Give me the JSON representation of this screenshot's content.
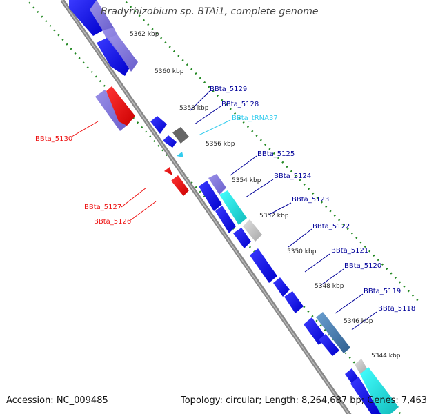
{
  "title": "Bradyrhizobium sp. BTAi1, complete genome",
  "accession": "Accession: NC_009485",
  "topology": "Topology: circular; Length: 8,264,687 bp; Genes: 7,463",
  "kbp_ticks": [
    "5362 kbp",
    "5360 kbp",
    "5358 kbp",
    "5356 kbp",
    "5354 kbp",
    "5352 kbp",
    "5350 kbp",
    "5348 kbp",
    "5346 kbp",
    "5344 kbp"
  ],
  "gene_labels": {
    "BBta_5129": "BBta_5129",
    "BBta_5128": "BBta_5128",
    "BBta_tRNA37": "BBta_tRNA37",
    "BBta_5125": "BBta_5125",
    "BBta_5124": "BBta_5124",
    "BBta_5123": "BBta_5123",
    "BBta_5122": "BBta_5122",
    "BBta_5121": "BBta_5121",
    "BBta_5120": "BBta_5120",
    "BBta_5119": "BBta_5119",
    "BBta_5118": "BBta_5118",
    "BBta_5130": "BBta_5130",
    "BBta_5127": "BBta_5127",
    "BBta_5126": "BBta_5126"
  },
  "colors": {
    "cds": "#0a0ae6",
    "cds_light": "#7a6fd6",
    "red_gene": "#ee1111",
    "trna": "#33ccee",
    "cyan_gene": "#22dddd",
    "grey_gene": "#c0c0c0",
    "dark_gene": "#666666",
    "steel_gene": "#4a7fb0",
    "backbone": "#777777",
    "dots": "#228822"
  }
}
